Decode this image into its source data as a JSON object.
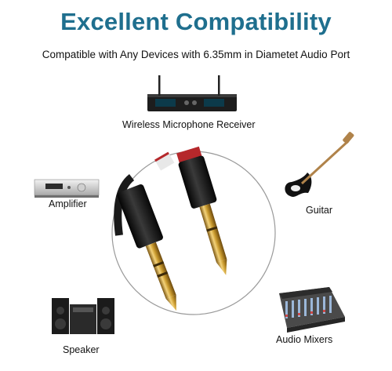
{
  "header": {
    "title": "Excellent Compatibility",
    "subtitle": "Compatible with Any Devices with 6.35mm in Diametet Audio Port"
  },
  "devices": {
    "receiver": "Wireless Microphone Receiver",
    "amplifier": "Amplifier",
    "guitar": "Guitar",
    "speaker": "Speaker",
    "mixer": "Audio Mixers"
  },
  "colors": {
    "title": "#1f6f8e",
    "gold": "#c99a2e",
    "cable_black": "#1a1a1a",
    "cable_red": "#b5282b"
  }
}
